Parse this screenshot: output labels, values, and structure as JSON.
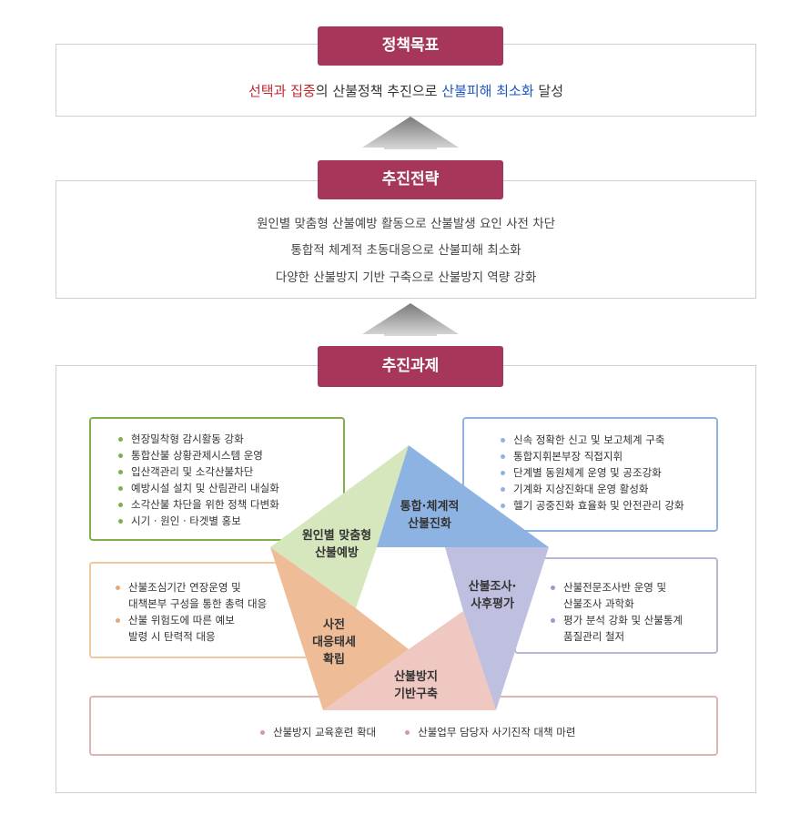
{
  "goal": {
    "title": "정책목표",
    "text_1": "선택과 집중",
    "text_2": "의 산불정책 추진으로 ",
    "text_3": "산불피해 최소화",
    "text_4": " 달성"
  },
  "strategy": {
    "title": "추진전략",
    "items": [
      "원인별 맞춤형 산불예방 활동으로 산불발생 요인 사전 차단",
      "통합적 체계적 초동대응으로 산불피해 최소화",
      "다양한 산불방지 기반 구축으로 산불방지 역량 강화"
    ]
  },
  "tasks": {
    "title": "추진과제",
    "prevention": {
      "label_1": "원인별 맞춤형",
      "label_2": "산불예방",
      "items": [
        "현장밀착형 감시활동 강화",
        "통합산불 상황관제시스템 운영",
        "입산객관리 및 소각산불차단",
        "예방시설 설치 및 산림관리 내실화",
        "소각산불 차단을 위한 정책 다변화",
        "시기 · 원인 · 타겟별 홍보"
      ]
    },
    "suppression": {
      "label_1": "통합·체계적",
      "label_2": "산불진화",
      "items": [
        "신속 정확한 신고 및 보고체계 구축",
        "통합지휘본부장 직접지휘",
        "단계별 동원체계 운영 및 공조강화",
        "기계화 지상진화대 운영 활성화",
        "헬기 공중진화 효율화 및 안전관리 강화"
      ]
    },
    "readiness": {
      "label_1": "사전",
      "label_2": "대응태세",
      "label_3": "확립",
      "items": [
        {
          "line1": "산불조심기간 연장운영 및",
          "line2": "대책본부 구성을 통한 총력 대응"
        },
        {
          "line1": "산불 위험도에 따른 예보",
          "line2": "발령 시 탄력적 대응"
        }
      ]
    },
    "investigation": {
      "label_1": "산불조사·",
      "label_2": "사후평가",
      "items": [
        {
          "line1": "산불전문조사반 운영 및",
          "line2": "산불조사 과학화"
        },
        {
          "line1": "평가 분석 강화 및 산불통계",
          "line2": "품질관리 철저"
        }
      ]
    },
    "infrastructure": {
      "label_1": "산불방지",
      "label_2": "기반구축",
      "items": [
        "산불방지 교육훈련 확대",
        "산불업무 담당자 사기진작 대책 마련"
      ]
    }
  },
  "colors": {
    "tab": "#a6375a",
    "prevention_border": "#7fb04a",
    "prevention_fill": "#d6e6bd",
    "suppression_border": "#8fb4e0",
    "suppression_fill": "#8db3e2",
    "readiness_border": "#f0c8a0",
    "readiness_fill": "#eebc96",
    "investigation_border": "#b7b7d6",
    "investigation_fill": "#bfbfe0",
    "infrastructure_border": "#e0b4b4",
    "infrastructure_fill": "#f0c8c2"
  }
}
